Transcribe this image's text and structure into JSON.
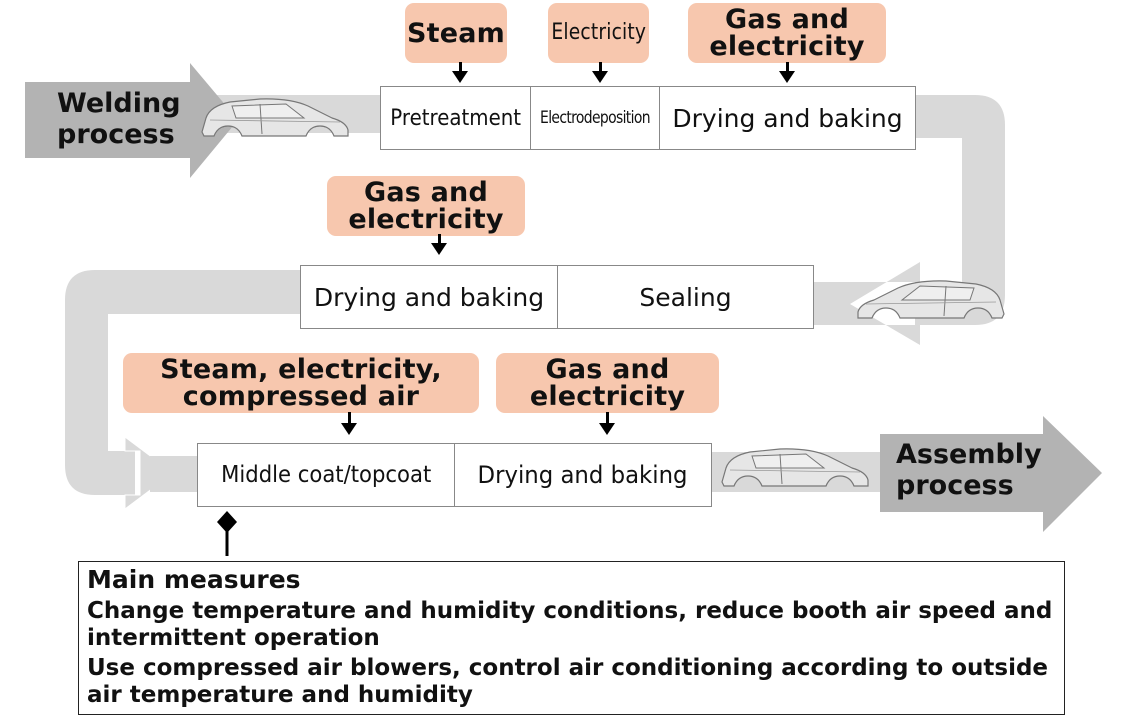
{
  "colors": {
    "energy_box": "#f7c7ae",
    "flow_band": "#d9d9d9",
    "process_arrow": "#b3b3b3"
  },
  "start": {
    "label_line1": "Welding",
    "label_line2": "process"
  },
  "end": {
    "label_line1": "Assembly",
    "label_line2": "process"
  },
  "rows": [
    {
      "inputs": [
        {
          "lines": [
            "Steam"
          ]
        },
        {
          "lines": [
            "Electricity"
          ]
        },
        {
          "lines": [
            "Gas and",
            "electricity"
          ]
        }
      ],
      "steps": [
        "Pretreatment",
        "Electrodeposition",
        "Drying and baking"
      ]
    },
    {
      "inputs": [
        {
          "lines": [
            "Gas and",
            "electricity"
          ]
        }
      ],
      "steps": [
        "Drying and baking",
        "Sealing"
      ]
    },
    {
      "inputs": [
        {
          "lines": [
            "Steam, electricity,",
            "compressed air"
          ]
        },
        {
          "lines": [
            "Gas and",
            "electricity"
          ]
        }
      ],
      "steps": [
        "Middle coat/topcoat",
        "Drying and baking"
      ]
    }
  ],
  "measures": {
    "title": "Main measures",
    "items": [
      "Change temperature and humidity conditions, reduce booth air speed and intermittent operation",
      "Use compressed air blowers, control air conditioning according to outside air temperature and humidity"
    ]
  },
  "icons": {
    "car": "car-body-icon",
    "connector": "diamond-connector-icon"
  }
}
